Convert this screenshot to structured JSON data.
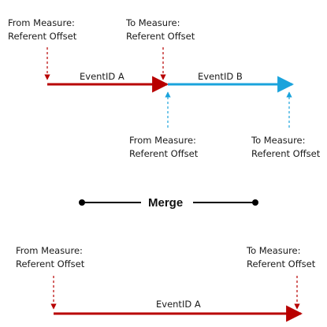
{
  "colors": {
    "event_a": "#b80000",
    "event_b": "#1aa3dc",
    "merge": "#000000",
    "text": "#1a1a1a"
  },
  "top": {
    "event_a_label": "EventID A",
    "event_b_label": "EventID B",
    "a_from": {
      "line1": "From Measure:",
      "line2": "Referent Offset"
    },
    "a_to": {
      "line1": "To Measure:",
      "line2": "Referent Offset"
    },
    "b_from": {
      "line1": "From Measure:",
      "line2": "Referent Offset"
    },
    "b_to": {
      "line1": "To Measure:",
      "line2": "Referent Offset"
    }
  },
  "merge": {
    "label": "Merge"
  },
  "bottom": {
    "event_label": "EventID A",
    "from": {
      "line1": "From Measure:",
      "line2": "Referent Offset"
    },
    "to": {
      "line1": "To Measure:",
      "line2": "Referent Offset"
    }
  }
}
